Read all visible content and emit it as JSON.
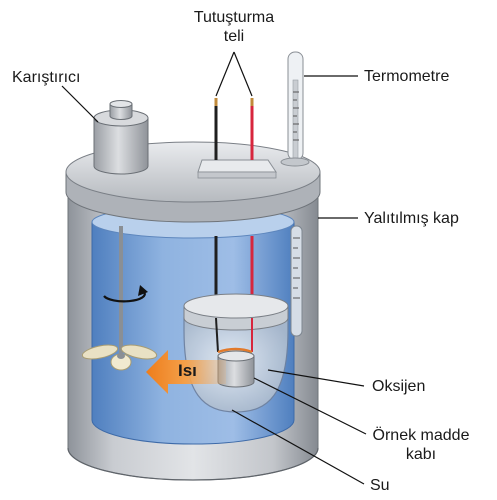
{
  "labels": {
    "ignition_wire_line1": "Tutuşturma",
    "ignition_wire_line2": "teli",
    "stirrer": "Karıştırıcı",
    "thermometer": "Termometre",
    "insulated_container": "Yalıtılmış kap",
    "oxygen": "Oksijen",
    "sample_cup_line1": "Örnek madde",
    "sample_cup_line2": "kabı",
    "water": "Su",
    "heat": "Isı"
  },
  "colors": {
    "water": "#6f9fd6",
    "steel": "#b9bdc3",
    "heat_arrow": "#f28c28",
    "wire_red": "#d7263d",
    "wire_black": "#1f1f1f"
  }
}
